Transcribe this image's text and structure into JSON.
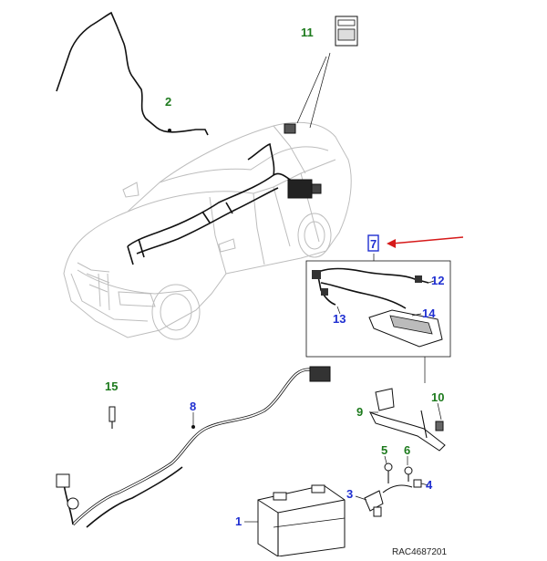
{
  "diagram": {
    "reference": "RAC4687201",
    "colors": {
      "label_green": "#1d7a1d",
      "label_blue": "#1f2fd1",
      "highlight_arrow": "#d61a1a",
      "highlight_box": "#1f2fd1"
    },
    "callouts": [
      {
        "id": "1",
        "text": "1",
        "color": "blue"
      },
      {
        "id": "2",
        "text": "2",
        "color": "green"
      },
      {
        "id": "3",
        "text": "3",
        "color": "blue"
      },
      {
        "id": "4",
        "text": "4",
        "color": "blue"
      },
      {
        "id": "5",
        "text": "5",
        "color": "green"
      },
      {
        "id": "6",
        "text": "6",
        "color": "green"
      },
      {
        "id": "7",
        "text": "7",
        "color": "blue"
      },
      {
        "id": "8",
        "text": "8",
        "color": "blue"
      },
      {
        "id": "9",
        "text": "9",
        "color": "green"
      },
      {
        "id": "10",
        "text": "10",
        "color": "green"
      },
      {
        "id": "11",
        "text": "11",
        "color": "green"
      },
      {
        "id": "12",
        "text": "12",
        "color": "blue"
      },
      {
        "id": "13",
        "text": "13",
        "color": "blue"
      },
      {
        "id": "14",
        "text": "14",
        "color": "blue"
      },
      {
        "id": "15",
        "text": "15",
        "color": "green"
      }
    ]
  }
}
